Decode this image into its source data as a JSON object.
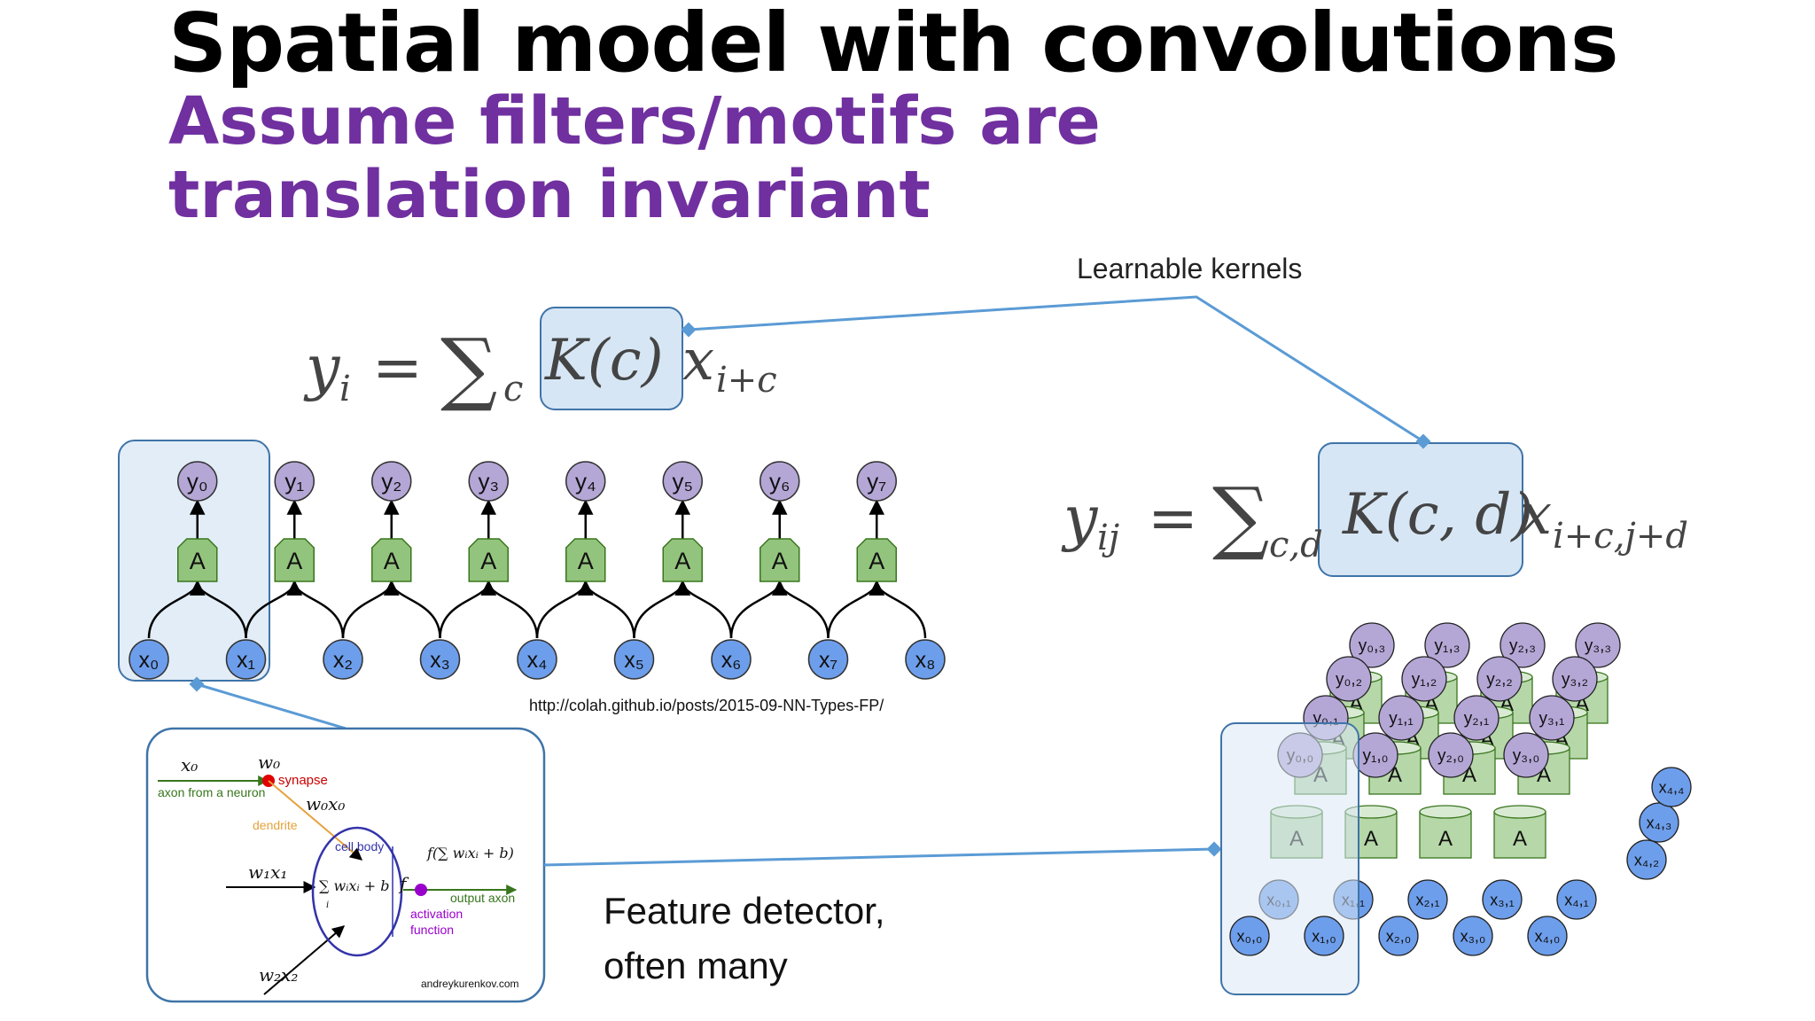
{
  "slide": {
    "title": "Spatial model with convolutions",
    "subtitle": "Assume filters/motifs are translation invariant"
  },
  "formulas": {
    "one_d": {
      "lhs": "y",
      "lhs_sub": "i",
      "eq": "=",
      "sum": "∑",
      "sum_sub": "c",
      "kernel": "K(c)",
      "x": "x",
      "x_sub": "i+c"
    },
    "two_d": {
      "lhs": "y",
      "lhs_sub": "ij",
      "eq": "=",
      "sum": "∑",
      "sum_sub": "c,d",
      "kernel": "K(c, d)",
      "x": "x",
      "x_sub": "i+c,j+d"
    }
  },
  "callouts": {
    "learnable_kernels": "Learnable kernels",
    "feature_detector_line1": "Feature detector,",
    "feature_detector_line2": "often many"
  },
  "conv1d": {
    "outputs": [
      "y₀",
      "y₁",
      "y₂",
      "y₃",
      "y₄",
      "y₅",
      "y₆",
      "y₇"
    ],
    "units": [
      "A",
      "A",
      "A",
      "A",
      "A",
      "A",
      "A",
      "A"
    ],
    "inputs": [
      "x₀",
      "x₁",
      "x₂",
      "x₃",
      "x₄",
      "x₅",
      "x₆",
      "x₇",
      "x₈"
    ],
    "source": "http://colah.github.io/posts/2015-09-NN-Types-FP/"
  },
  "neuron": {
    "x0": "x₀",
    "w0": "w₀",
    "synapse": "synapse",
    "axon_from": "axon from a neuron",
    "w0x0": "w₀x₀",
    "dendrite": "dendrite",
    "cell_body": "cell body",
    "w1x1": "w₁x₁",
    "sum_expr": "∑ wᵢxᵢ + b",
    "sum_index": "i",
    "f": "f",
    "f_expr": "f(∑ wᵢxᵢ + b)",
    "output_axon": "output axon",
    "activation": "activation",
    "function": "function",
    "w2x2": "w₂x₂",
    "credit": "andreykurenkov.com"
  },
  "conv2d": {
    "outputs_back": [
      "y₀,₃",
      "y₁,₃",
      "y₂,₃",
      "y₃,₃"
    ],
    "outputs_r2": [
      "y₀,₂",
      "y₁,₂",
      "y₂,₂",
      "y₃,₂"
    ],
    "outputs_r1": [
      "y₀,₁",
      "y₁,₁",
      "y₂,₁",
      "y₃,₁"
    ],
    "outputs_front": [
      "y₀,₀",
      "y₁,₀",
      "y₂,₀",
      "y₃,₀"
    ],
    "unit": "A",
    "inputs_front": [
      "x₀,₀",
      "x₁,₀",
      "x₂,₀",
      "x₃,₀",
      "x₄,₀"
    ],
    "inputs_row1": [
      "x₀,₁",
      "x₁,₁",
      "x₂,₁",
      "x₃,₁",
      "x₄,₁"
    ],
    "inputs_side": [
      "x₄,₂",
      "x₄,₃",
      "x₄,₄"
    ]
  },
  "colors": {
    "title": "#000000",
    "subtitle": "#7030a0",
    "highlight_fill": "#d6e6f5",
    "highlight_stroke": "#3f74a8",
    "connector": "#5b9bd5",
    "output_node": "#b4a7d6",
    "unit_node": "#93c47d",
    "input_node": "#6d9eeb"
  }
}
